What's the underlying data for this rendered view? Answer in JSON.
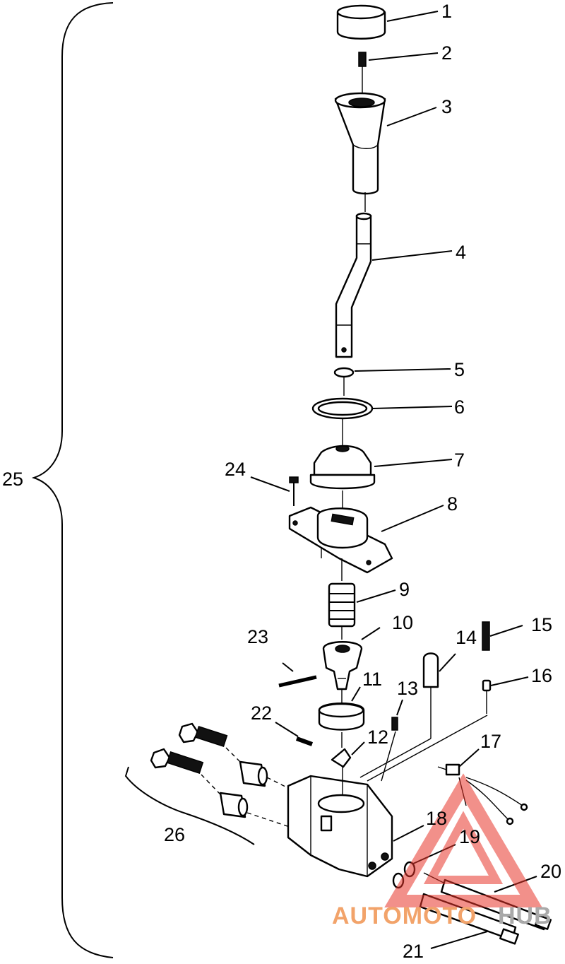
{
  "callouts": [
    {
      "id": "1",
      "label": "1"
    },
    {
      "id": "2",
      "label": "2"
    },
    {
      "id": "3",
      "label": "3"
    },
    {
      "id": "4",
      "label": "4"
    },
    {
      "id": "5",
      "label": "5"
    },
    {
      "id": "6",
      "label": "6"
    },
    {
      "id": "7",
      "label": "7"
    },
    {
      "id": "8",
      "label": "8"
    },
    {
      "id": "9",
      "label": "9"
    },
    {
      "id": "10",
      "label": "10"
    },
    {
      "id": "11",
      "label": "11"
    },
    {
      "id": "12",
      "label": "12"
    },
    {
      "id": "13",
      "label": "13"
    },
    {
      "id": "14",
      "label": "14"
    },
    {
      "id": "15",
      "label": "15"
    },
    {
      "id": "16",
      "label": "16"
    },
    {
      "id": "17",
      "label": "17"
    },
    {
      "id": "18",
      "label": "18"
    },
    {
      "id": "19",
      "label": "19"
    },
    {
      "id": "20",
      "label": "20"
    },
    {
      "id": "21",
      "label": "21"
    },
    {
      "id": "22",
      "label": "22"
    },
    {
      "id": "23",
      "label": "23"
    },
    {
      "id": "24",
      "label": "24"
    },
    {
      "id": "25",
      "label": "25"
    },
    {
      "id": "26",
      "label": "26"
    }
  ],
  "watermark": {
    "part1": "AUTOMOTO",
    "part2": "HUB",
    "colors": {
      "triangle": "#e8342a",
      "part1": "#f2a36a",
      "part2": "#a9a9a9"
    }
  }
}
